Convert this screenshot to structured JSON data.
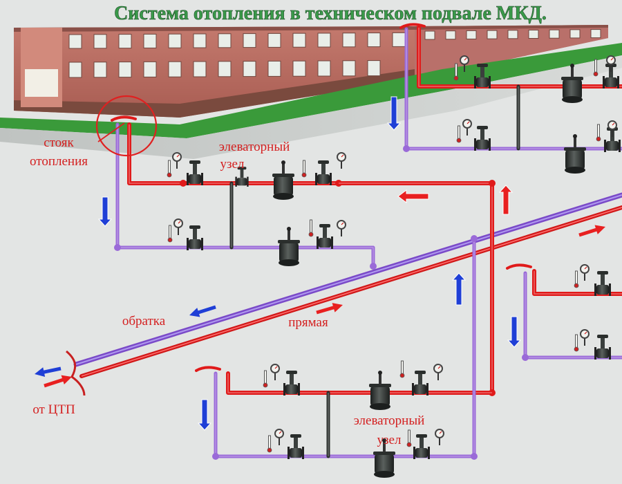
{
  "title": "Система отопления в техническом подвале МКД.",
  "labels": {
    "riser_line1": "стояк",
    "riser_line2": "отопления",
    "elevator1_line1": "элеваторный",
    "elevator1_line2": "узел",
    "elevator2_line1": "элеваторный",
    "elevator2_line2": "узел",
    "return": "обратка",
    "supply": "прямая",
    "from_ctp": "от ЦТП"
  },
  "colors": {
    "title": "#3a9a4a",
    "label": "#d42020",
    "supply_pipe": "#e01a1a",
    "return_pipe": "#9a6ad8",
    "flow_arrow_supply": "#e82020",
    "flow_arrow_return": "#1f3fd6",
    "equipment": "#2a2e2c",
    "background": "#e3e5e4",
    "building_brick": "#b86a60"
  },
  "icons": {
    "valve": "gate-valve-icon",
    "manometer": "manometer-icon",
    "thermometer": "thermometer-icon",
    "elevator": "elevator-pump-icon"
  }
}
